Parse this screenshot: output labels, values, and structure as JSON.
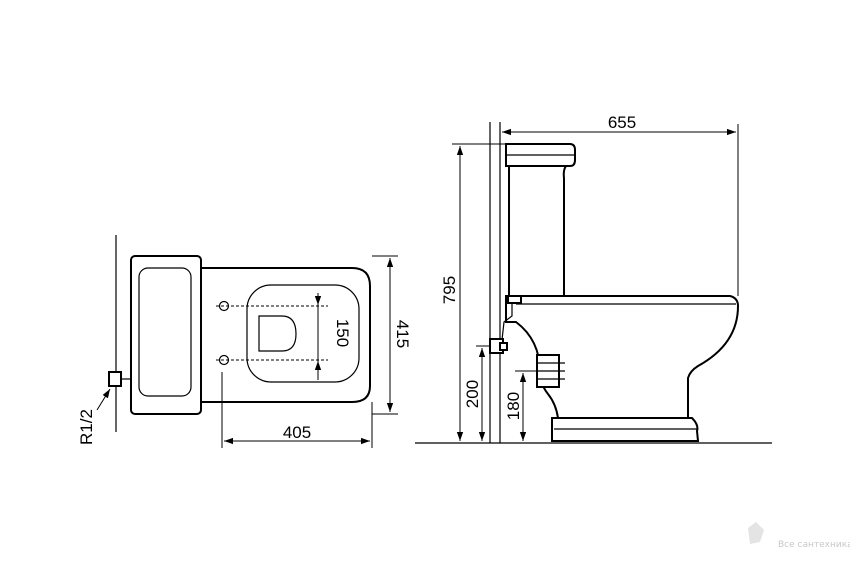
{
  "top_view": {
    "width_label": "405",
    "depth_label": "415",
    "hole_spacing_label": "150",
    "inlet_label": "R1/2"
  },
  "side_view": {
    "length_label": "655",
    "height_label": "795",
    "inlet_height_label": "200",
    "outlet_height_label": "180"
  },
  "watermark": {
    "text": "Все сантехника"
  }
}
